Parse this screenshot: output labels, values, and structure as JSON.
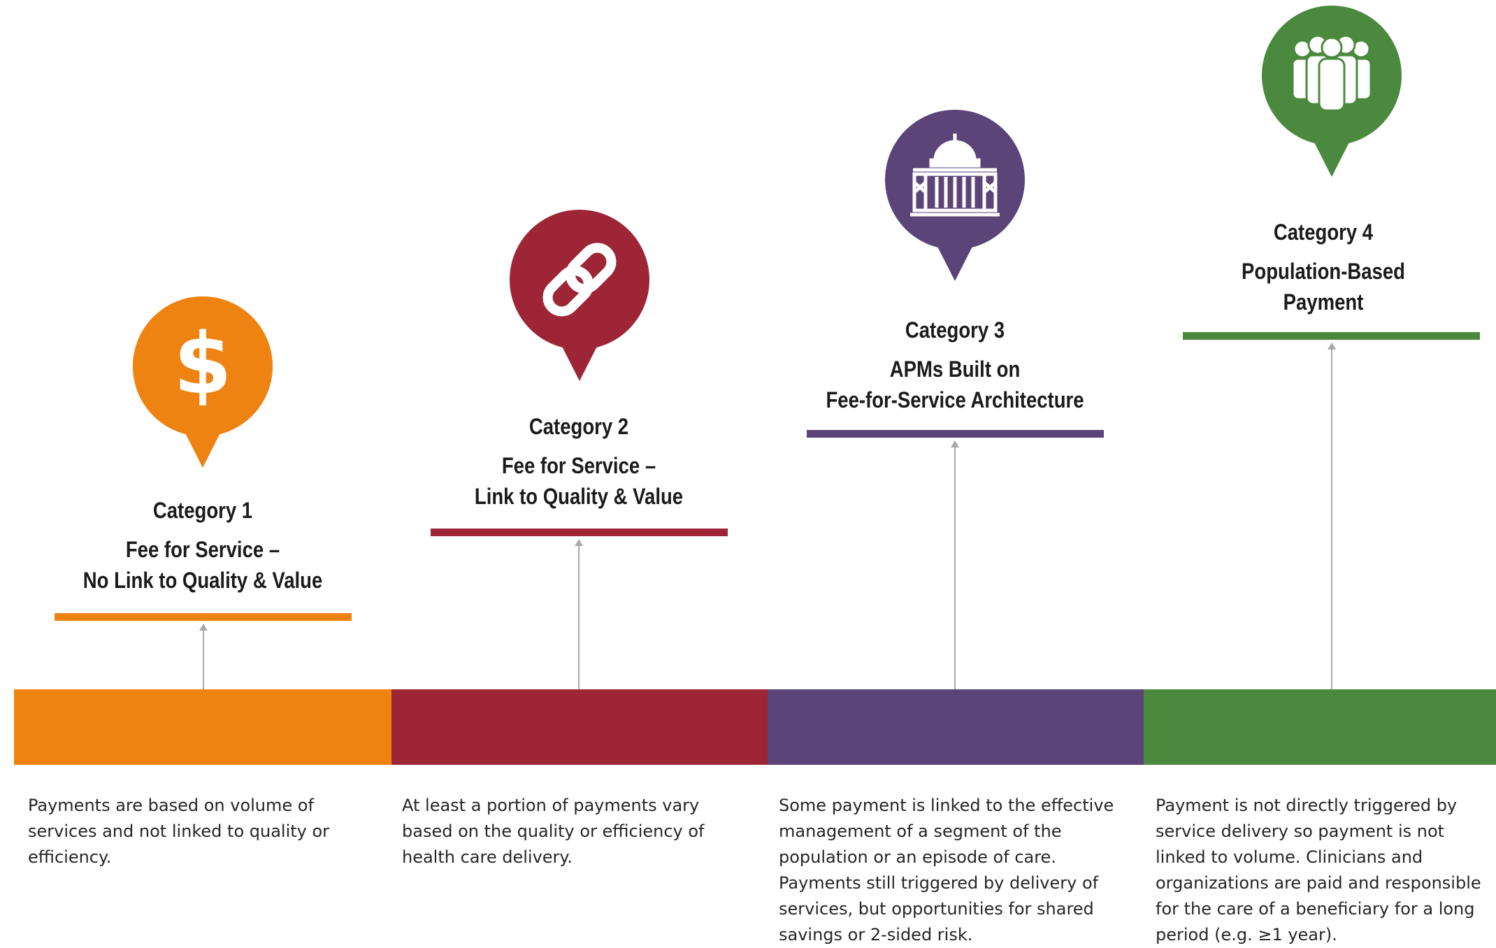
{
  "colors": {
    "cat1": "#ef8312",
    "cat2": "#9d2535",
    "cat3": "#5b4477",
    "cat4": "#4b8a3e",
    "connector": "#a9a9a9"
  },
  "categories": [
    {
      "label": "Category 1",
      "name": "Fee for Service –\nNo Link to Quality & Value",
      "icon": "dollar-sign-icon",
      "description": "Payments are based on volume of\nservices and not linked to quality or\nefficiency."
    },
    {
      "label": "Category 2",
      "name": "Fee for Service –\nLink to Quality & Value",
      "icon": "chain-link-icon",
      "description": "At least a portion of payments vary\nbased on the quality or efficiency of\nhealth care delivery."
    },
    {
      "label": "Category 3",
      "name": "APMs Built on\nFee-for-Service Architecture",
      "icon": "capitol-building-icon",
      "description": "Some payment is linked to the effective\nmanagement of a segment of the\npopulation or an episode of care.\nPayments still triggered by delivery of\nservices, but opportunities for shared\nsavings or 2-sided risk."
    },
    {
      "label": "Category 4",
      "name": "Population-Based\nPayment",
      "icon": "people-group-icon",
      "description": "Payment is not directly triggered by\nservice delivery so payment is not\nlinked to volume. Clinicians and\norganizations are paid and responsible\nfor the care of a beneficiary for a long\nperiod  (e.g. ≥1 year)."
    }
  ]
}
